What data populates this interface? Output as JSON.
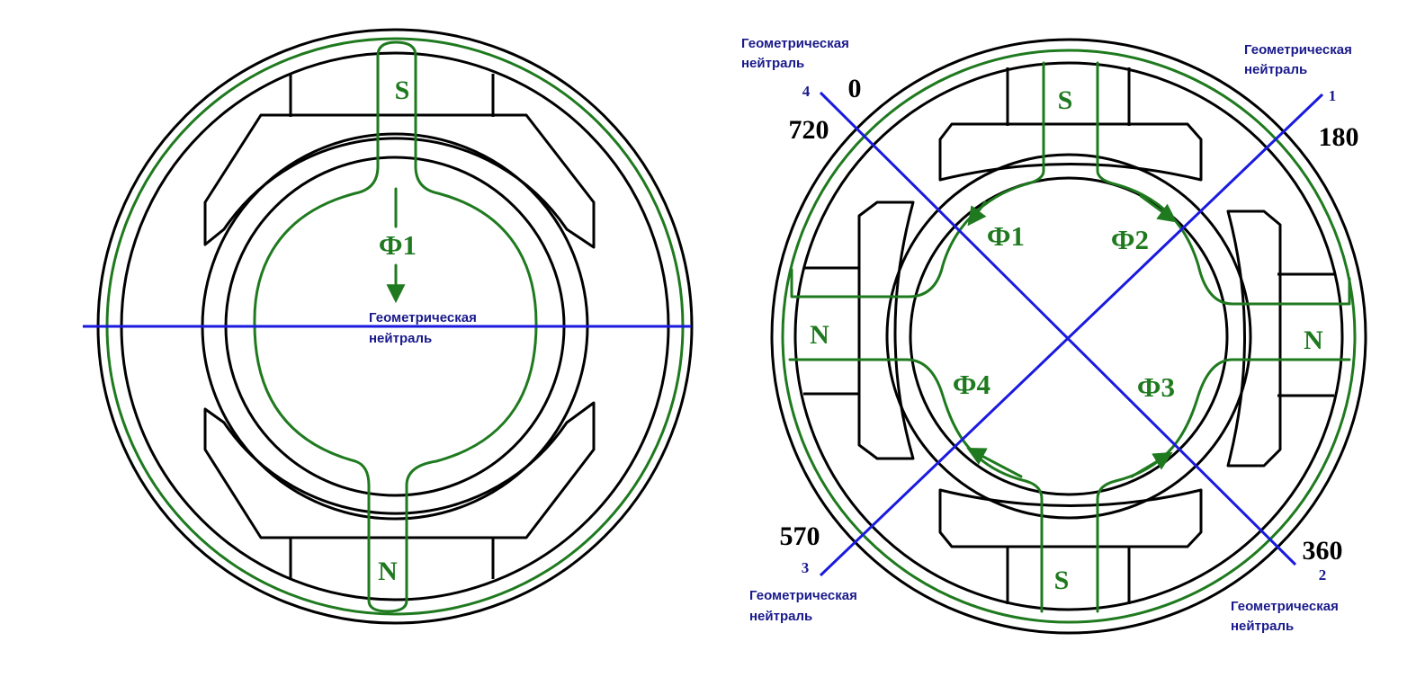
{
  "colors": {
    "outline": "#000000",
    "flux_path": "#1f7a1f",
    "neutral_line": "#1a1adf",
    "neutral_label": "#1a1a8c"
  },
  "left_diagram": {
    "pole_top": "S",
    "pole_bottom": "N",
    "flux_label": "Ф1",
    "neutral_label_line1": "Геометрическая",
    "neutral_label_line2": "нейтраль"
  },
  "right_diagram": {
    "poles": {
      "top": "S",
      "bottom": "S",
      "left": "N",
      "right": "N"
    },
    "flux_labels": [
      "Ф1",
      "Ф2",
      "Ф3",
      "Ф4"
    ],
    "angle_labels": {
      "a0": "0",
      "a720": "720",
      "a180": "180",
      "a360": "360",
      "a570": "570"
    },
    "line_numbers": {
      "n1": "1",
      "n2": "2",
      "n3": "3",
      "n4": "4"
    },
    "neutral_label_line1": "Геометрическая",
    "neutral_label_line2": "нейтраль"
  }
}
